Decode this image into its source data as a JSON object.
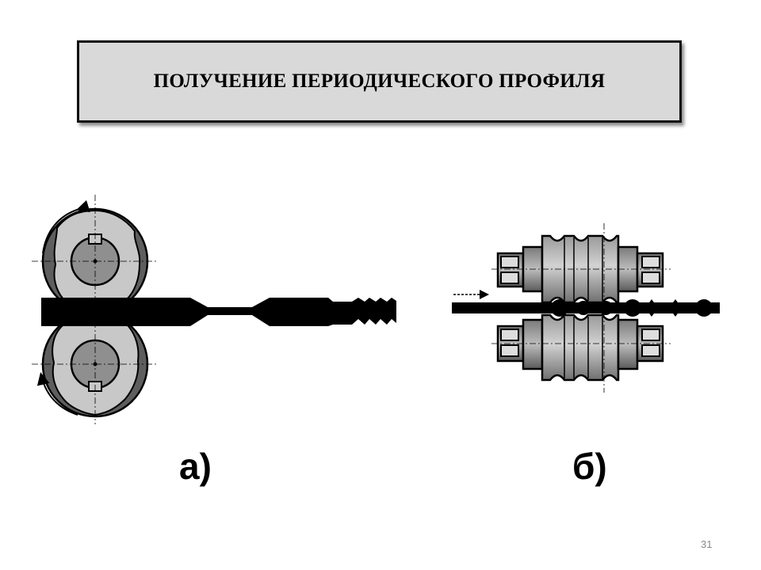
{
  "slide": {
    "title": "ПОЛУЧЕНИЕ  ПЕРИОДИЧЕСКОГО  ПРОФИЛЯ",
    "label_a": "а)",
    "label_b": "б)",
    "page_number": "31"
  },
  "colors": {
    "roll_dark": "#5e5e5e",
    "roll_light": "#c8c8c8",
    "roll_core": "#8f8f8f",
    "workpiece": "#000000",
    "title_background": "#d9d9d9"
  }
}
